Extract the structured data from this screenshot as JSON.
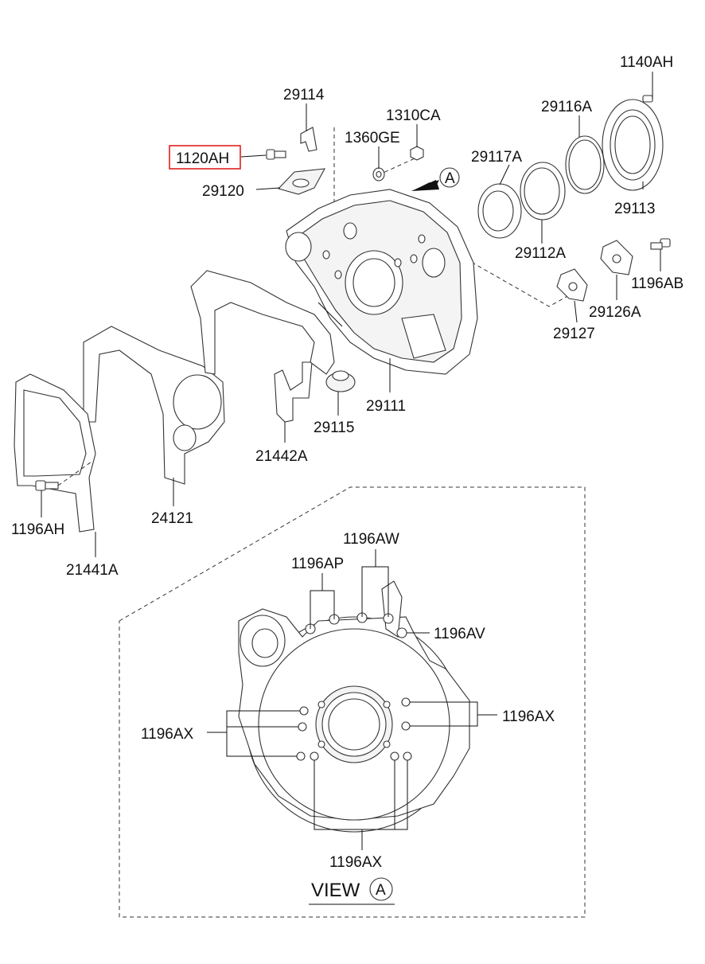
{
  "diagram": {
    "highlighted_part": "1120AH",
    "highlight_color": "#e02020",
    "parts": {
      "p29114": "29114",
      "p1310CA": "1310CA",
      "p1360GE": "1360GE",
      "p1120AH": "1120AH",
      "p29120": "29120",
      "pA_marker": "A",
      "p29116A": "29116A",
      "p1140AH": "1140AH",
      "p29117A": "29117A",
      "p29113": "29113",
      "p29112A": "29112A",
      "p1196AB": "1196AB",
      "p29126A": "29126A",
      "p29127": "29127",
      "p29111": "29111",
      "p29115": "29115",
      "p21442A": "21442A",
      "p24121": "24121",
      "p1196AH": "1196AH",
      "p21441A": "21441A",
      "p1196AW": "1196AW",
      "p1196AP": "1196AP",
      "p1196AV": "1196AV",
      "p1196AX_right": "1196AX",
      "p1196AX_left": "1196AX",
      "p1196AX_bottom": "1196AX"
    },
    "view": {
      "word": "VIEW",
      "letter": "A"
    }
  }
}
